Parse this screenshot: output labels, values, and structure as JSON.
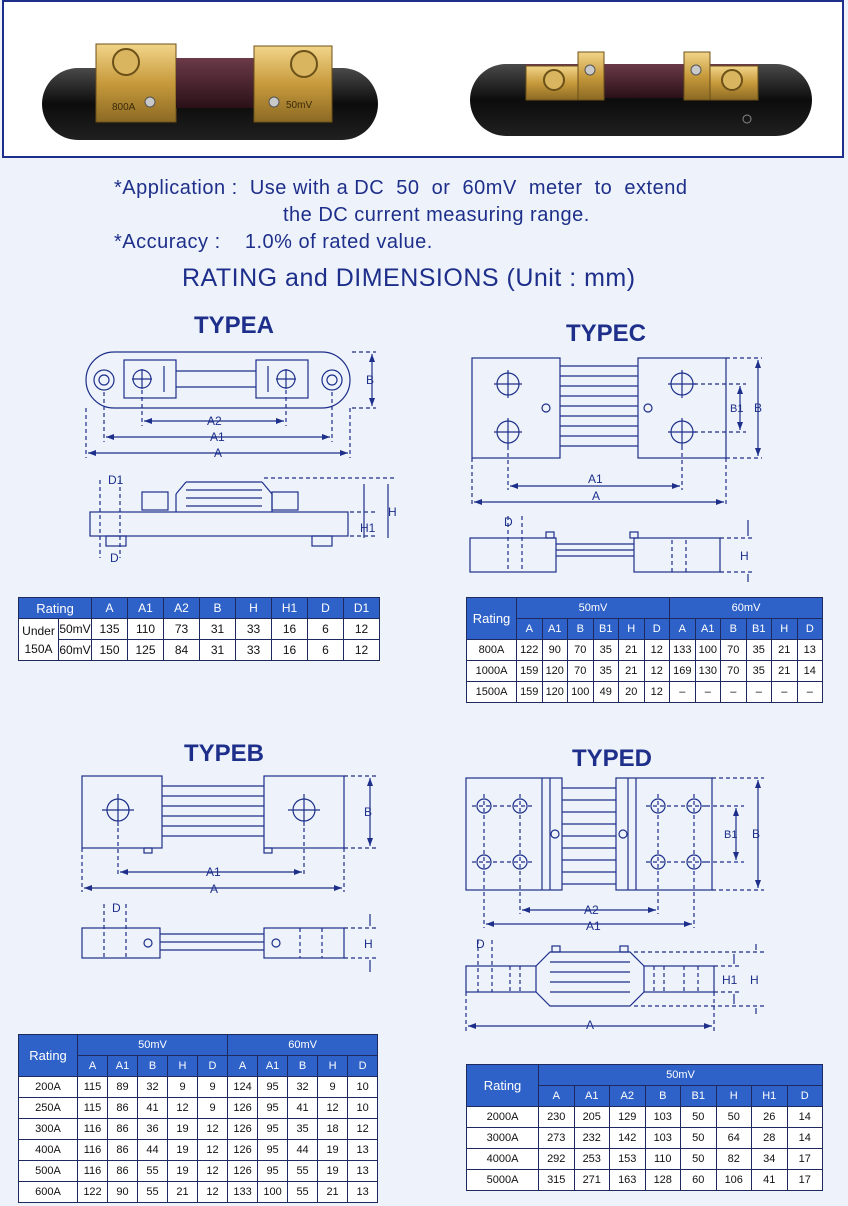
{
  "photos": {
    "left_label_1": "800A",
    "left_label_2": "50mV"
  },
  "intro": {
    "application_line1": "*Application :  Use with a DC  50  or  60mV  meter  to  extend",
    "application_line2": "the DC current measuring range.",
    "accuracy_line": "*Accuracy :    1.0% of rated value."
  },
  "heading": "RATING and DIMENSIONS (Unit : mm)",
  "type_a": {
    "title": "TYPEA",
    "dims": [
      "A",
      "A1",
      "A2",
      "B",
      "D",
      "D1",
      "H",
      "H1"
    ],
    "table": {
      "headers": [
        "Rating",
        "A",
        "A1",
        "A2",
        "B",
        "H",
        "H1",
        "D",
        "D1"
      ],
      "group": "Under 150A",
      "group_l1": "Under",
      "group_l2": "150A",
      "rows": [
        {
          "label": "50mV",
          "values": [
            "135",
            "110",
            "73",
            "31",
            "33",
            "16",
            "6",
            "12"
          ]
        },
        {
          "label": "60mV",
          "values": [
            "150",
            "125",
            "84",
            "31",
            "33",
            "16",
            "6",
            "12"
          ]
        }
      ]
    }
  },
  "type_b": {
    "title": "TYPEB",
    "dims": [
      "A",
      "A1",
      "B",
      "D",
      "H"
    ],
    "table": {
      "rating_header": "Rating",
      "group_50": "50mV",
      "group_60": "60mV",
      "subheaders": [
        "A",
        "A1",
        "B",
        "H",
        "D",
        "A",
        "A1",
        "B",
        "H",
        "D"
      ],
      "rows": [
        {
          "label": "200A",
          "values": [
            "115",
            "89",
            "32",
            "9",
            "9",
            "124",
            "95",
            "32",
            "9",
            "10"
          ]
        },
        {
          "label": "250A",
          "values": [
            "115",
            "86",
            "41",
            "12",
            "9",
            "126",
            "95",
            "41",
            "12",
            "10"
          ]
        },
        {
          "label": "300A",
          "values": [
            "116",
            "86",
            "36",
            "19",
            "12",
            "126",
            "95",
            "35",
            "18",
            "12"
          ]
        },
        {
          "label": "400A",
          "values": [
            "116",
            "86",
            "44",
            "19",
            "12",
            "126",
            "95",
            "44",
            "19",
            "13"
          ]
        },
        {
          "label": "500A",
          "values": [
            "116",
            "86",
            "55",
            "19",
            "12",
            "126",
            "95",
            "55",
            "19",
            "13"
          ]
        },
        {
          "label": "600A",
          "values": [
            "122",
            "90",
            "55",
            "21",
            "12",
            "133",
            "100",
            "55",
            "21",
            "13"
          ]
        }
      ]
    }
  },
  "type_c": {
    "title": "TYPEC",
    "dims": [
      "A",
      "A1",
      "B",
      "B1",
      "D",
      "H"
    ],
    "table": {
      "rating_header": "Rating",
      "group_50": "50mV",
      "group_60": "60mV",
      "subheaders": [
        "A",
        "A1",
        "B",
        "B1",
        "H",
        "D",
        "A",
        "A1",
        "B",
        "B1",
        "H",
        "D"
      ],
      "rows": [
        {
          "label": "800A",
          "values": [
            "122",
            "90",
            "70",
            "35",
            "21",
            "12",
            "133",
            "100",
            "70",
            "35",
            "21",
            "13"
          ]
        },
        {
          "label": "1000A",
          "values": [
            "159",
            "120",
            "70",
            "35",
            "21",
            "12",
            "169",
            "130",
            "70",
            "35",
            "21",
            "14"
          ]
        },
        {
          "label": "1500A",
          "values": [
            "159",
            "120",
            "100",
            "49",
            "20",
            "12",
            "–",
            "–",
            "–",
            "–",
            "–",
            "–"
          ]
        }
      ]
    }
  },
  "type_d": {
    "title": "TYPED",
    "dims": [
      "A",
      "A1",
      "A2",
      "B",
      "B1",
      "D",
      "H",
      "H1"
    ],
    "table": {
      "rating_header": "Rating",
      "group_50": "50mV",
      "subheaders": [
        "A",
        "A1",
        "A2",
        "B",
        "B1",
        "H",
        "H1",
        "D"
      ],
      "rows": [
        {
          "label": "2000A",
          "values": [
            "230",
            "205",
            "129",
            "103",
            "50",
            "50",
            "26",
            "14"
          ]
        },
        {
          "label": "3000A",
          "values": [
            "273",
            "232",
            "142",
            "103",
            "50",
            "64",
            "28",
            "14"
          ]
        },
        {
          "label": "4000A",
          "values": [
            "292",
            "253",
            "153",
            "110",
            "50",
            "82",
            "34",
            "17"
          ]
        },
        {
          "label": "5000A",
          "values": [
            "315",
            "271",
            "163",
            "128",
            "60",
            "106",
            "41",
            "17"
          ]
        }
      ]
    }
  },
  "colors": {
    "text_blue": "#1d2f8a",
    "table_header": "#2f62c8",
    "page_background": "#eef3fb"
  }
}
